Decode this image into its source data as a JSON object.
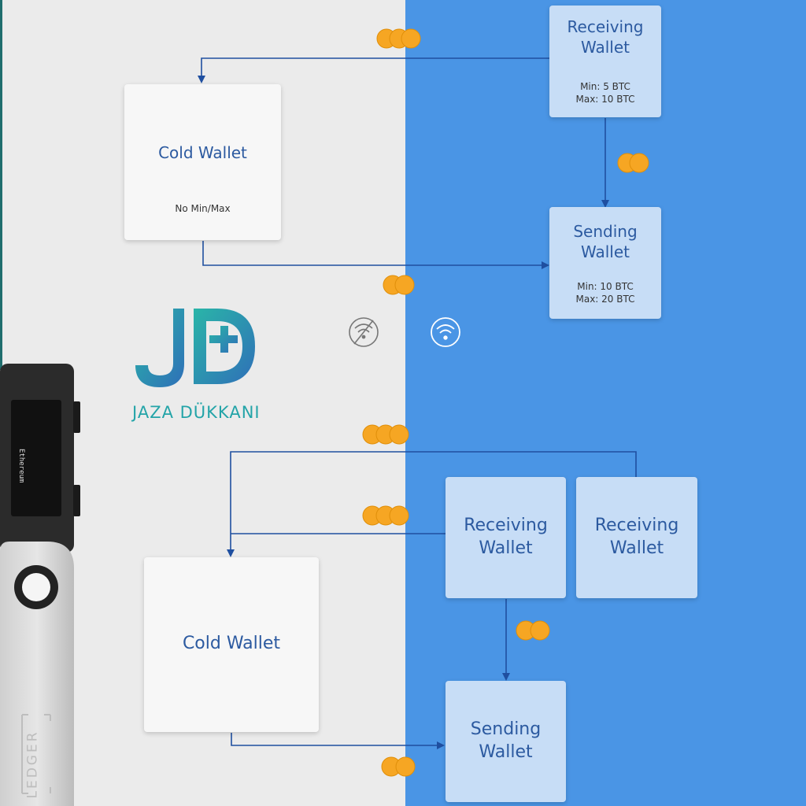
{
  "top_diagram": {
    "cold_wallet": {
      "title": "Cold Wallet",
      "note": "No Min/Max"
    },
    "receiving_wallet": {
      "title_line1": "Receiving",
      "title_line2": "Wallet",
      "min": "Min: 5 BTC",
      "max": "Max: 10 BTC"
    },
    "sending_wallet": {
      "title_line1": "Sending",
      "title_line2": "Wallet",
      "min": "Min: 10 BTC",
      "max": "Max: 20 BTC"
    }
  },
  "bottom_diagram": {
    "cold_wallet": {
      "title": "Cold Wallet"
    },
    "receiving_wallet_1": {
      "title_line1": "Receiving",
      "title_line2": "Wallet"
    },
    "receiving_wallet_2": {
      "title_line1": "Receiving",
      "title_line2": "Wallet"
    },
    "sending_wallet": {
      "title_line1": "Sending",
      "title_line2": "Wallet"
    }
  },
  "logo": {
    "monogram": "JD",
    "name": "JAZA DÜKKANI"
  },
  "device": {
    "brand": "LEDGER",
    "screen_text": "Ethereum"
  },
  "icons": {
    "offline": "no-wifi-icon",
    "online": "wifi-icon",
    "coin": "bitcoin-coin-icon"
  },
  "colors": {
    "offline_bg": "#ebebeb",
    "online_bg": "#4a95e5",
    "arrow": "#1f4fa0",
    "coin": "#f6a623",
    "box_text": "#2c5aa0",
    "logo_teal": "#23a4a8",
    "logo_blue": "#2f6fb8"
  }
}
